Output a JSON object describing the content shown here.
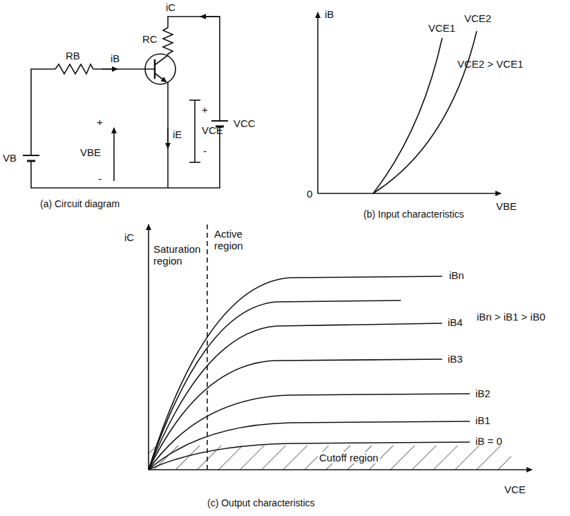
{
  "diagram": {
    "labels": [
      "iC",
      "RC",
      "RB",
      "iB",
      "+",
      "VCE",
      "+",
      "-",
      "VCC",
      "VB",
      "VBE",
      "-",
      "iE",
      "(a) Circuit diagram",
      "iB",
      "VCE1",
      "VCE2",
      "VCE2 > VCE1",
      "0",
      "VBE",
      "(b) Input characteristics",
      "iC",
      "Saturation region",
      "Active region",
      "iBn",
      "iB4",
      "iBn > iB1 > iB0",
      "iB3",
      "iB2",
      "iB1",
      "iB = 0",
      "Cutoff region",
      "VCE",
      "(c) Output characteristics"
    ]
  }
}
